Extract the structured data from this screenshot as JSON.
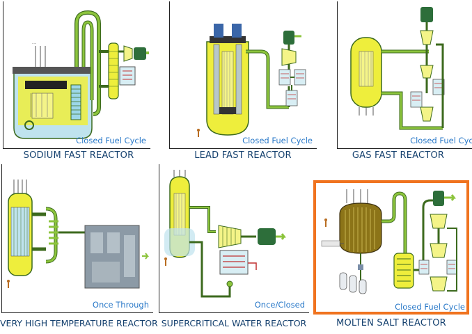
{
  "colors": {
    "accent_orange": "#f0731f",
    "caption_blue": "#14406e",
    "cycle_blue": "#2878c8",
    "vessel_yellow": "#eeee3c",
    "pipe_green": "#8cc43c",
    "pipe_outline": "#3c6a1e",
    "turbine_green": "#2d6e3a",
    "coolant_blue": "#bfe3ee"
  },
  "reactors": [
    {
      "name": "SODIUM FAST REACTOR",
      "fuel_cycle": "Closed Fuel Cycle"
    },
    {
      "name": "LEAD FAST REACTOR",
      "fuel_cycle": "Closed Fuel Cycle"
    },
    {
      "name": "GAS FAST REACTOR",
      "fuel_cycle": "Closed Fuel Cycle"
    },
    {
      "name": "VERY HIGH TEMPERATURE REACTOR",
      "fuel_cycle": "Once Through"
    },
    {
      "name": "SUPERCRITICAL WATER REACTOR",
      "fuel_cycle": "Once/Closed"
    },
    {
      "name": "MOLTEN SALT REACTOR",
      "fuel_cycle": "Closed Fuel Cycle",
      "highlighted": true
    }
  ]
}
